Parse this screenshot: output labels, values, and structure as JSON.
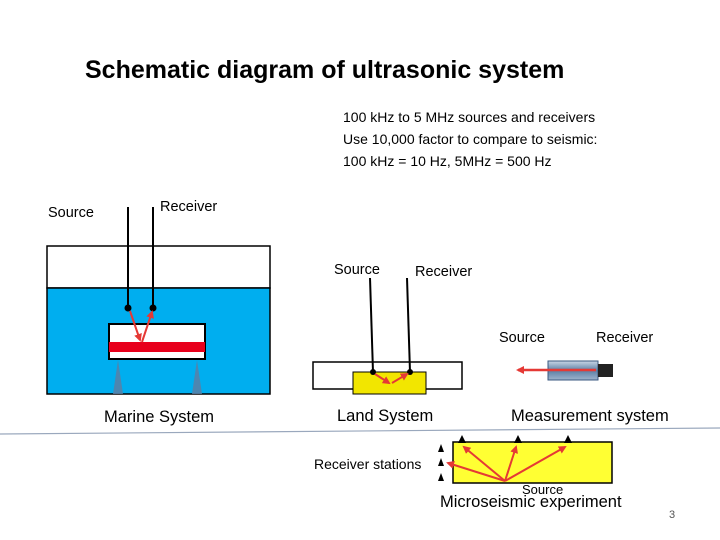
{
  "title": "Schematic diagram of ultrasonic system",
  "spec_lines": [
    "100 kHz to 5 MHz sources and receivers",
    "Use 10,000 factor to compare to seismic:",
    "100 kHz = 10 Hz,  5MHz = 500 Hz"
  ],
  "marine": {
    "source_label": "Source",
    "receiver_label": "Receiver",
    "caption": "Marine System",
    "water_color": "#00aeef"
  },
  "land": {
    "source_label": "Source",
    "receiver_label": "Receiver",
    "caption": "Land System"
  },
  "measurement": {
    "source_label": "Source",
    "receiver_label": "Receiver",
    "caption": "Measurement system"
  },
  "microseismic": {
    "stations_label": "Receiver stations",
    "source_label": "Source",
    "caption": "Microseismic experiment",
    "block_color": "#ffff33"
  },
  "colors": {
    "ray": "#e53935",
    "red_layer": "#e8001c",
    "sample": "#f2e600",
    "steel": "#5b7fa5"
  },
  "page_number": "3"
}
